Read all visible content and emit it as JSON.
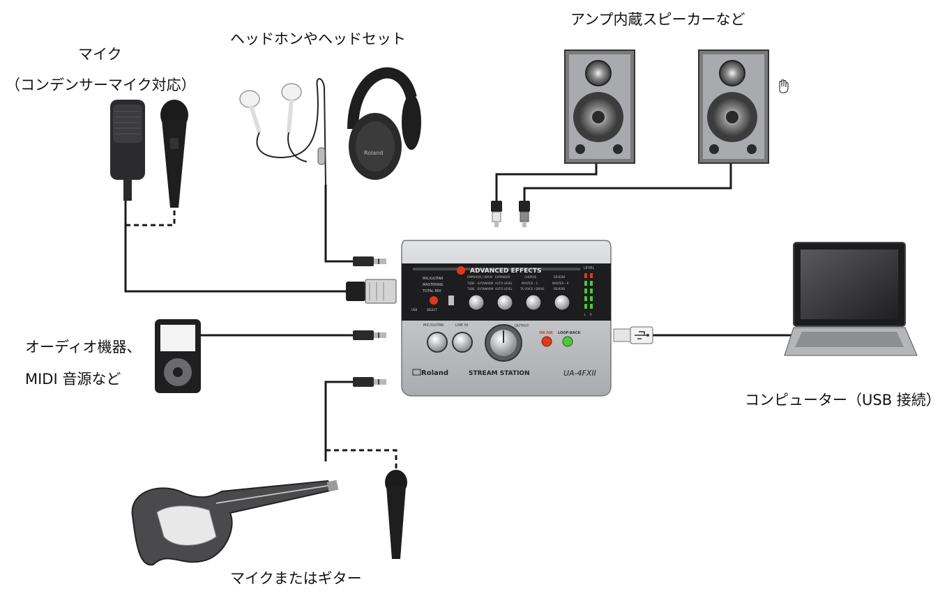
{
  "labels": {
    "mic": "マイク",
    "mic_sub": "（コンデンサーマイク対応）",
    "headphones": "ヘッドホンやヘッドセット",
    "speakers": "アンプ内蔵スピーカーなど",
    "audio_device_line1": "オーディオ機器、",
    "audio_device_line2": "MIDI 音源など",
    "computer": "コンピューター（USB 接続）",
    "mic_or_guitar": "マイクまたはギター"
  },
  "device": {
    "brand": "Roland",
    "name": "STREAM STATION",
    "model": "UA-4FXII",
    "panel_title": "ADVANCED EFFECTS",
    "level_label": "LEVEL",
    "mode_items": [
      "MIC/GUITAR",
      "MASTERING",
      "TOTAL MIX"
    ],
    "select_label": "SELECT",
    "usb_label": "USB",
    "effect_columns": [
      {
        "title": "EMPHASIS / DRIVE",
        "rows": [
          "TUBE - EXTAWARM",
          "TUBE - EXTAWARM"
        ]
      },
      {
        "title": "EXPANDER",
        "rows": [
          "AUTO LEVEL",
          "AUTO LEVEL"
        ]
      },
      {
        "title": "CHORUS",
        "rows": [
          "MASTER - S",
          "TA VOICE / DRIVE"
        ]
      },
      {
        "title": "REVERB",
        "rows": [
          "MASTER - R",
          "REVERB"
        ]
      }
    ],
    "knob_labels": [
      "MIC/GUITAR",
      "LINE IN",
      "OUTPUT"
    ],
    "led_labels": [
      "ON AIR",
      "LOOP-BACK"
    ],
    "meter_labels": [
      "L",
      "R"
    ]
  },
  "colors": {
    "device_body": "#c9cacc",
    "panel_dark": "#1d1d1f",
    "led_red": "#e2381c",
    "led_green": "#4fc63c",
    "cable": "#1a1a1a"
  }
}
